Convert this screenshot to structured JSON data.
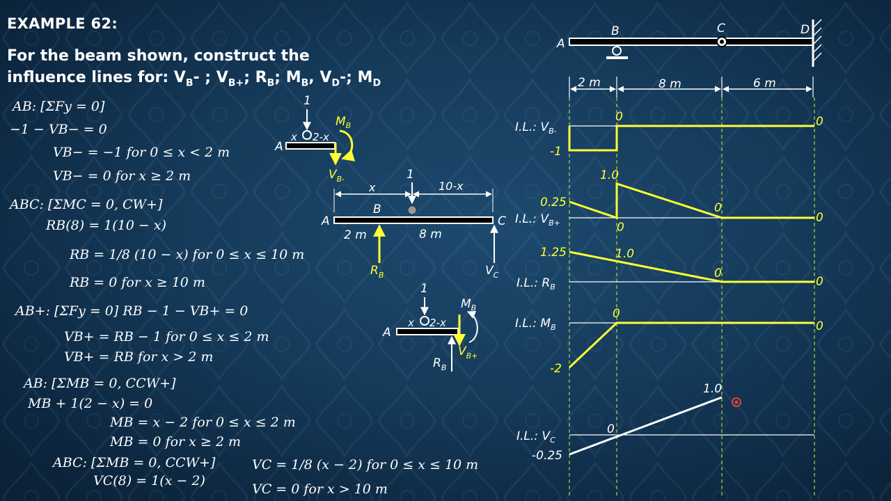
{
  "title": "EXAMPLE 62:",
  "intro": {
    "line1": "For the beam shown, construct the",
    "line2_prefix": "influence lines for: V",
    "sub_bm": "B",
    "t1": "- ; V",
    "sub_bp": "B+",
    "t2": "; R",
    "sub_rb": "B",
    "t3": "; M",
    "sub_mb": "B",
    "t4": ", V",
    "sub_vd": "D",
    "t5": "-; M",
    "sub_md": "D"
  },
  "equations": [
    "AB: [ΣFy = 0]",
    "−1 − VB− = 0",
    "VB− = −1    for 0 ≤ x < 2 m",
    "VB− = 0     for x ≥ 2 m",
    "ABC: [ΣMC = 0, CW+]",
    "RB(8) = 1(10 − x)",
    "RB = 1/8 (10 − x)  for 0 ≤ x ≤ 10 m",
    "RB = 0     for x ≥ 10 m",
    "AB+: [ΣFy = 0]     RB − 1 − VB+ = 0",
    "VB+ = RB − 1    for 0 ≤ x ≤ 2 m",
    "VB+ = RB        for x > 2 m",
    "AB: [ΣMB = 0, CCW+]",
    "MB + 1(2 − x) = 0",
    "MB = x − 2    for 0 ≤ x ≤ 2 m",
    "MB = 0        for x ≥ 2 m",
    "ABC: [ΣMB = 0, CCW+]",
    "VC(8) = 1(x − 2)",
    "VC = 1/8 (x − 2) for 0 ≤ x ≤ 10 m",
    "VC = 0 for x > 10 m"
  ],
  "fbd1": {
    "load": "1",
    "x": "x",
    "rest": "2-x",
    "A": "A",
    "M": "M",
    "Msub": "B",
    "V": "V",
    "Vsub": "B-"
  },
  "fbd2": {
    "load": "1",
    "x": "x",
    "rest": "10-x",
    "A": "A",
    "B": "B",
    "C": "C",
    "s1": "2 m",
    "s2": "8 m",
    "R": "R",
    "Rsub": "B",
    "V": "V",
    "Vsub": "C"
  },
  "fbd3": {
    "load": "1",
    "x": "x",
    "rest": "2-x",
    "A": "A",
    "M": "M",
    "Msub": "B",
    "V": "V",
    "Vsub": "B+",
    "R": "R",
    "Rsub": "B"
  },
  "beam": {
    "A": "A",
    "B": "B",
    "C": "C",
    "D": "D",
    "spans": [
      "2 m",
      "8 m",
      "6 m"
    ]
  },
  "influence_lines": [
    {
      "label": "I.L.: V",
      "sub": "B-",
      "values": [
        "0",
        "-1",
        "0"
      ]
    },
    {
      "label": "I.L.: V",
      "sub": "B+",
      "values": [
        "1.0",
        "0.25",
        "0",
        "0",
        "0"
      ]
    },
    {
      "label": "I.L.: R",
      "sub": "B",
      "values": [
        "1.25",
        "1.0",
        "0",
        "0"
      ]
    },
    {
      "label": "I.L.: M",
      "sub": "B",
      "values": [
        "0",
        "-2",
        "0"
      ]
    },
    {
      "label": "I.L.: V",
      "sub": "C",
      "values": [
        "1.0",
        "0",
        "-0.25"
      ]
    }
  ],
  "colors": {
    "yellow": "#ffff33",
    "white": "#ffffff",
    "dash": "#b8d43a"
  }
}
